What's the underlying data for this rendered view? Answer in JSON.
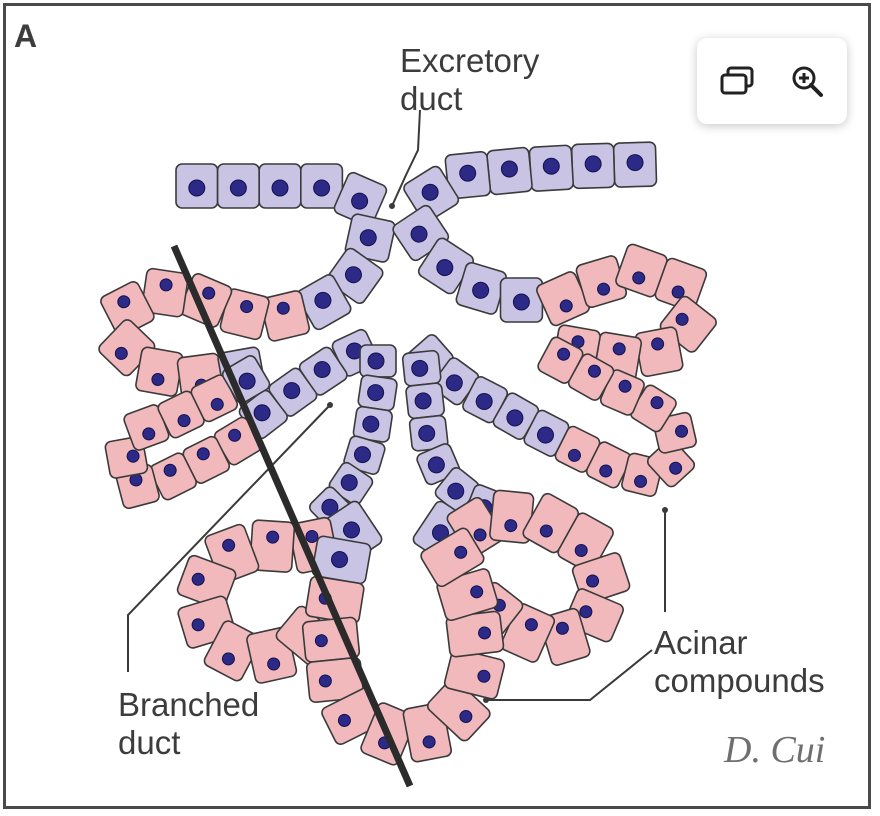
{
  "figure": {
    "panel_letter": "A",
    "labels": {
      "excretory_duct": [
        "Excretory",
        "duct"
      ],
      "branched_duct": [
        "Branched",
        "duct"
      ],
      "acinar_compounds": [
        "Acinar",
        "compounds"
      ]
    },
    "signature": "D. Cui"
  },
  "toolbar": {
    "buttons": [
      {
        "icon": "gallery-icon"
      },
      {
        "icon": "zoom-in-icon"
      }
    ]
  },
  "colors": {
    "duct_cell": "#c9c3e4",
    "acinar_cell": "#f2b9bd",
    "nucleus": "#2c2a86",
    "outline": "#3a3a3a",
    "cut_line": "#2b2b2b",
    "leader_line": "#3a3a3a"
  }
}
